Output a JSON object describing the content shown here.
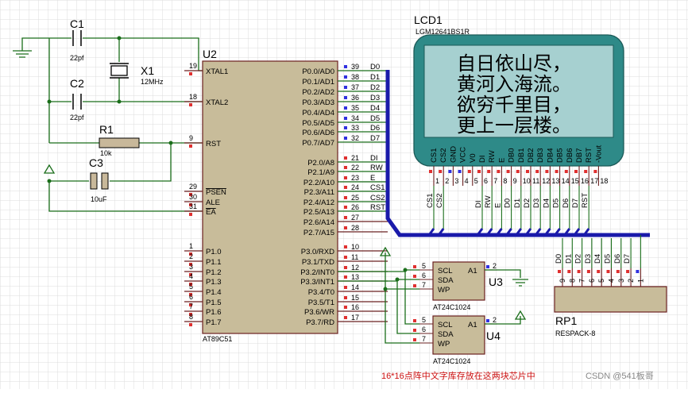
{
  "crystal": {
    "c1_ref": "C1",
    "c1_val": "22pf",
    "c2_ref": "C2",
    "c2_val": "22pf",
    "x1_ref": "X1",
    "x1_val": "12MHz"
  },
  "reset": {
    "r1_ref": "R1",
    "r1_val": "10k",
    "c3_ref": "C3",
    "c3_val": "10uF"
  },
  "mcu": {
    "ref": "U2",
    "part": "AT89C51",
    "left_pins": [
      {
        "num": "19",
        "label": "XTAL1"
      },
      {
        "num": "18",
        "label": "XTAL2"
      },
      {
        "num": "9",
        "label": "RST"
      },
      {
        "num": "29",
        "label": "PSEN"
      },
      {
        "num": "30",
        "label": "ALE"
      },
      {
        "num": "31",
        "label": "EA"
      },
      {
        "num": "1",
        "label": "P1.0"
      },
      {
        "num": "2",
        "label": "P1.1"
      },
      {
        "num": "3",
        "label": "P1.2"
      },
      {
        "num": "4",
        "label": "P1.3"
      },
      {
        "num": "5",
        "label": "P1.4"
      },
      {
        "num": "6",
        "label": "P1.5"
      },
      {
        "num": "7",
        "label": "P1.6"
      },
      {
        "num": "8",
        "label": "P1.7"
      }
    ],
    "right_pins": [
      {
        "num": "39",
        "label": "P0.0/AD0",
        "net": "D0"
      },
      {
        "num": "38",
        "label": "P0.1/AD1",
        "net": "D1"
      },
      {
        "num": "37",
        "label": "P0.2/AD2",
        "net": "D2"
      },
      {
        "num": "36",
        "label": "P0.3/AD3",
        "net": "D3"
      },
      {
        "num": "35",
        "label": "P0.4/AD4",
        "net": "D4"
      },
      {
        "num": "34",
        "label": "P0.5/AD5",
        "net": "D5"
      },
      {
        "num": "33",
        "label": "P0.6/AD6",
        "net": "D6"
      },
      {
        "num": "32",
        "label": "P0.7/AD7",
        "net": "D7"
      },
      {
        "num": "21",
        "label": "P2.0/A8",
        "net": "DI"
      },
      {
        "num": "22",
        "label": "P2.1/A9",
        "net": "RW"
      },
      {
        "num": "23",
        "label": "P2.2/A10",
        "net": "E"
      },
      {
        "num": "24",
        "label": "P2.3/A11",
        "net": "CS1"
      },
      {
        "num": "25",
        "label": "P2.4/A12",
        "net": "CS2"
      },
      {
        "num": "26",
        "label": "P2.5/A13",
        "net": "RST"
      },
      {
        "num": "27",
        "label": "P2.6/A14",
        "net": ""
      },
      {
        "num": "28",
        "label": "P2.7/A15",
        "net": ""
      },
      {
        "num": "10",
        "label": "P3.0/RXD",
        "net": ""
      },
      {
        "num": "11",
        "label": "P3.1/TXD",
        "net": ""
      },
      {
        "num": "12",
        "label": "P3.2/INT0",
        "net": ""
      },
      {
        "num": "13",
        "label": "P3.3/INT1",
        "net": ""
      },
      {
        "num": "14",
        "label": "P3.4/T0",
        "net": ""
      },
      {
        "num": "15",
        "label": "P3.5/T1",
        "net": ""
      },
      {
        "num": "16",
        "label": "P3.6/WR",
        "net": ""
      },
      {
        "num": "17",
        "label": "P3.7/RD",
        "net": ""
      }
    ]
  },
  "lcd": {
    "ref": "LCD1",
    "part": "LGM12641BS1R",
    "lines": [
      "自日依山尽，",
      "黄河入海流。",
      "欲穷千里目，",
      "更上一层楼。"
    ],
    "pin_labels": [
      "CS1",
      "CS2",
      "GND",
      "VCC",
      "V0",
      "DI",
      "RW",
      "E",
      "DB0",
      "DB1",
      "DB2",
      "DB3",
      "DB4",
      "DB5",
      "DB6",
      "DB7",
      "RST",
      "-Vout"
    ],
    "pin_nums": [
      "1",
      "2",
      "3",
      "4",
      "5",
      "6",
      "7",
      "8",
      "9",
      "10",
      "11",
      "12",
      "13",
      "14",
      "15",
      "16",
      "17",
      "18"
    ],
    "net_labels": [
      "CS1",
      "CS2",
      "DI",
      "RW",
      "E",
      "D0",
      "D1",
      "D2",
      "D3",
      "D4",
      "D5",
      "D6",
      "D7",
      "RST"
    ]
  },
  "eeprom": {
    "u3_ref": "U3",
    "u4_ref": "U4",
    "part": "AT24C1024",
    "pins": [
      {
        "num": "5",
        "label": "SCL"
      },
      {
        "num": "6",
        "label": "SDA"
      },
      {
        "num": "7",
        "label": "WP"
      }
    ],
    "a1": {
      "num": "2",
      "label": "A1"
    }
  },
  "rp1": {
    "ref": "RP1",
    "part": "RESPACK-8",
    "nets": [
      "D0",
      "D1",
      "D2",
      "D3",
      "D4",
      "D5",
      "D6",
      "D7"
    ],
    "pin_nums": [
      "9",
      "8",
      "7",
      "6",
      "5",
      "4",
      "3",
      "2",
      "1"
    ]
  },
  "note": "16*16点阵中文字库存放在这两块芯片中",
  "watermark": "CSDN @541板哥"
}
